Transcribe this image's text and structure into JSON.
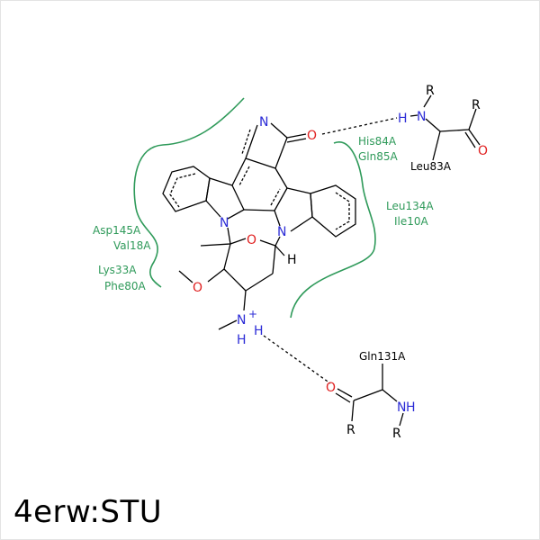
{
  "title": "4erw:STU",
  "colors": {
    "bond": "#000000",
    "nitrogen": "#2b2bd6",
    "oxygen": "#e02020",
    "residue_label": "#2f9a5a",
    "pocket_arc": "#2f9a5a",
    "hbond": "#000000"
  },
  "atom_labels": {
    "n_lactam": "N",
    "o_lactam": "O",
    "n_indole_left": "N",
    "n_indole_right": "N",
    "o_ring": "O",
    "h_ring": "H",
    "o_methoxy": "O",
    "n_amine": "N",
    "plus": "+",
    "h_amine_1": "H",
    "h_amine_2": "H"
  },
  "residues": {
    "asp145": "Asp145A",
    "val18": "Val18A",
    "lys33": "Lys33A",
    "phe80": "Phe80A",
    "his84": "His84A",
    "gln85": "Gln85A",
    "leu134": "Leu134A",
    "ile10": "Ile10A",
    "leu83": "Leu83A",
    "gln131": "Gln131A"
  },
  "leu83_fragment": {
    "r_top": "R",
    "r_right": "R",
    "n": "N",
    "h": "H",
    "o": "O"
  },
  "gln131_fragment": {
    "o": "O",
    "n": "N",
    "h": "H",
    "r_bottom": "R",
    "r_nitrogen": "R"
  }
}
